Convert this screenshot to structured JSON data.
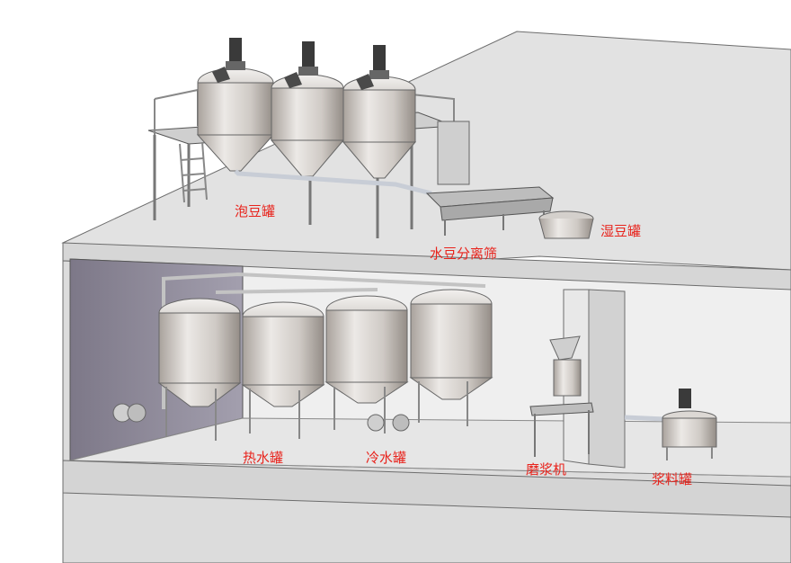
{
  "colors": {
    "label": "#e8231c",
    "slab_top": "#e3e3e3",
    "slab_front": "#d9d9d9",
    "slab_side": "#cfcfcf",
    "back_wall": "#8f8a99",
    "back_wall_dark": "#7d7888",
    "tank_light": "#e6e3e0",
    "tank_mid": "#c9c4bf",
    "tank_dark": "#9c958f",
    "steel": "#b8b8b8",
    "motor": "#3a3a3a",
    "outline": "#5a5a5a"
  },
  "labels": {
    "soak_tank": "泡豆罐",
    "separator_screen": "水豆分离筛",
    "wet_bean_tank": "湿豆罐",
    "hot_water_tank": "热水罐",
    "cold_water_tank": "冷水罐",
    "grinder": "磨浆机",
    "slurry_tank": "浆料罐"
  }
}
